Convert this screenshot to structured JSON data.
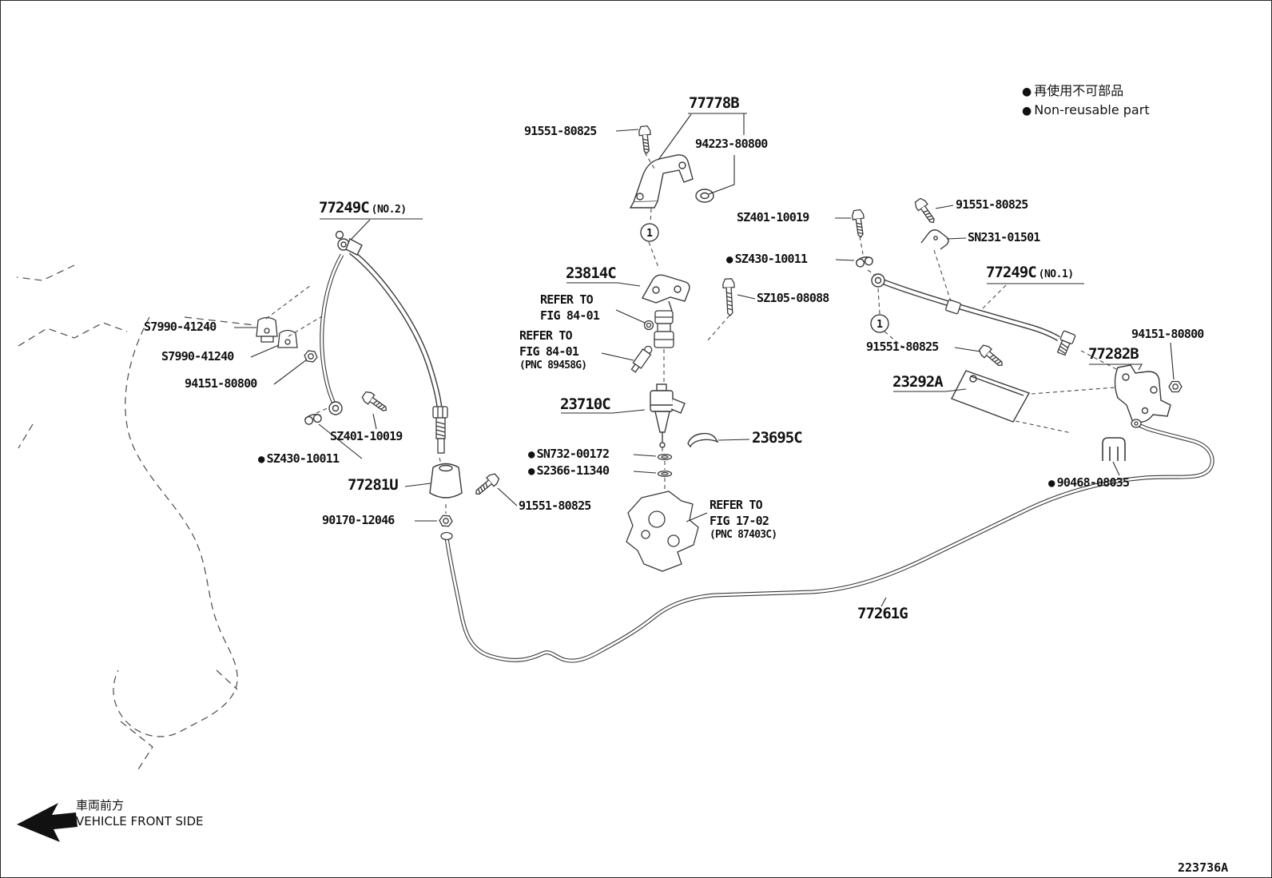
{
  "icons": {
    "non_reusable": "●"
  },
  "legend": {
    "jp": "再使用不可部品",
    "en": "Non-reusable part"
  },
  "front": {
    "jp": "車両前方",
    "en": "VEHICLE FRONT SIDE"
  },
  "drawing_number": "223736A",
  "callouts": {
    "one": "1"
  },
  "labels": {
    "bolt_91551_top": "91551-80825",
    "p77778B": "77778B",
    "p94223": "94223-80800",
    "p77249C_no2": "77249C",
    "p77249C_no2_suffix": "(NO.2)",
    "sz401_right": "SZ401-10019",
    "bolt_91551_right_top": "91551-80825",
    "sn231": "SN231-01501",
    "sz430_right": "SZ430-10011",
    "p77249C_no1": "77249C",
    "p77249C_no1_suffix": "(NO.1)",
    "p23814C": "23814C",
    "refer_fig8401_a": [
      "REFER TO",
      "FIG 84-01"
    ],
    "sz105": "SZ105-08088",
    "refer_fig8401_b": [
      "REFER TO",
      "FIG 84-01",
      "(PNC 89458G)"
    ],
    "s7990_a": "S7990-41240",
    "s7990_b": "S7990-41240",
    "p94151_left": "94151-80800",
    "bolt_91551_right_mid": "91551-80825",
    "p94151_right": "94151-80800",
    "p77282B": "77282B",
    "p23292A": "23292A",
    "p23710C": "23710C",
    "sz401_left": "SZ401-10019",
    "p23695C": "23695C",
    "sz430_left": "SZ430-10011",
    "sn732": "SN732-00172",
    "s2366": "S2366-11340",
    "p77281U": "77281U",
    "bolt_91551_center": "91551-80825",
    "refer_fig1702": [
      "REFER TO",
      "FIG 17-02",
      "(PNC 87403C)"
    ],
    "p90170": "90170-12046",
    "p90468": "90468-08035",
    "p77261G": "77261G"
  }
}
